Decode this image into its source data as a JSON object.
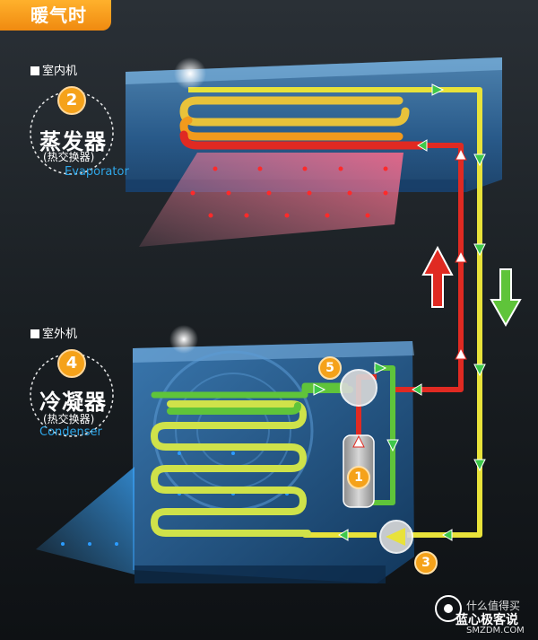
{
  "title": "暖气时",
  "indoor": {
    "unit_label": "室内机",
    "number": "2",
    "name": "蒸发器",
    "sub": "(热交换器)",
    "en": "Evaporator"
  },
  "outdoor": {
    "unit_label": "室外机",
    "number": "4",
    "name": "冷凝器",
    "sub": "(热交换器)",
    "en": "Condenser"
  },
  "parts": {
    "compressor": "1",
    "expansion_valve": "3",
    "four_way_valve": "5"
  },
  "watermark": {
    "cn": "什么值得买",
    "brand": "蓝心极客说",
    "site": "SMZDM.COM"
  },
  "colors": {
    "background": "#1c2125",
    "accent_orange": "#f5a21a",
    "pipe_yellow": "#e8e23a",
    "pipe_red": "#e02a22",
    "pipe_green": "#5fc43a",
    "unit_blue": "#2a6fb0"
  }
}
